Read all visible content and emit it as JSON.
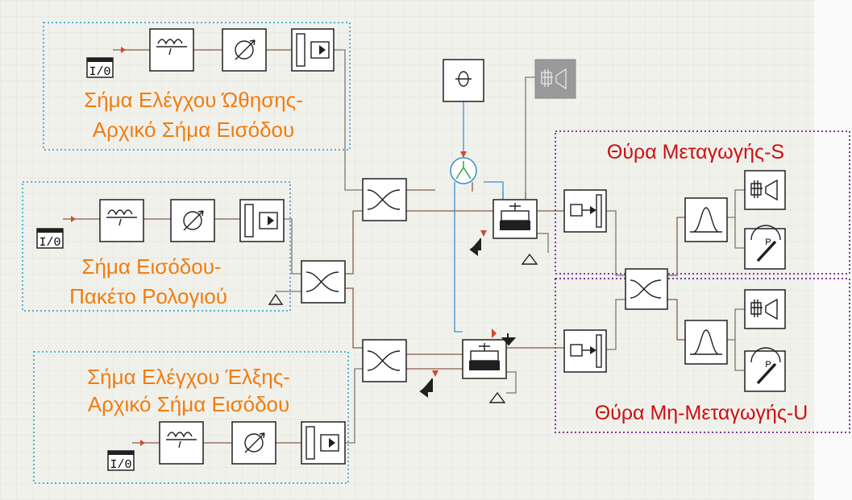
{
  "labels": {
    "push_line1": "Σήμα Ελέγχου Ώθησης-",
    "push_line2": "Αρχικό Σήμα Εισόδου",
    "clock_line1": "Σήμα Εισόδου-",
    "clock_line2": "Πακέτο Ρολογιού",
    "pull_line1": "Σήμα Ελέγχου Έλξης-",
    "pull_line2": "Αρχικό Σήμα Εισόδου",
    "switch_port": "Θύρα Μεταγωγής-S",
    "nonswitch_port": "Θύρα Μη-Μεταγωγής-U"
  },
  "io_block_text": "I/0",
  "meter_text": "P",
  "colors": {
    "label_orange": "#f07d10",
    "label_red": "#cc1010",
    "group_border_blue": "#4fb3d9",
    "group_border_purple": "#7a3a9a",
    "background": "#f1f1ec"
  }
}
